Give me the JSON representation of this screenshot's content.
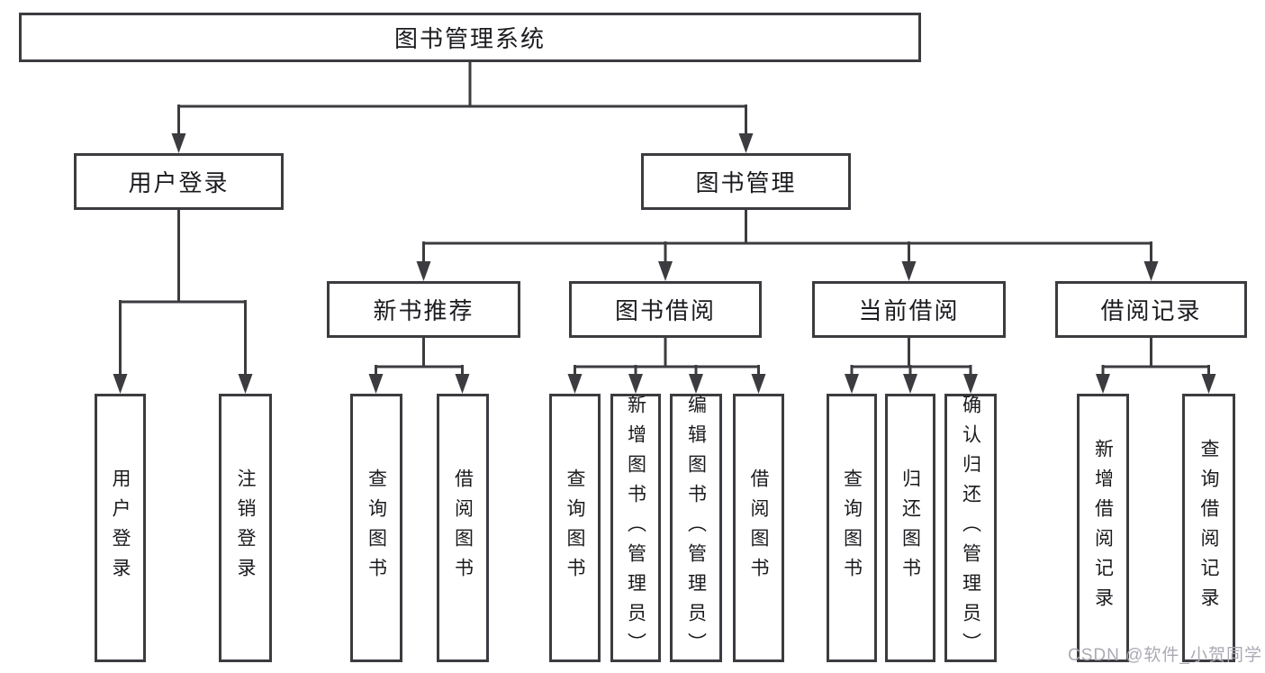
{
  "diagram": {
    "title": "图书管理系统",
    "root": {
      "label": "图书管理系统"
    },
    "level2": [
      {
        "label": "用户登录"
      },
      {
        "label": "图书管理"
      }
    ],
    "level3": [
      {
        "label": "新书推荐"
      },
      {
        "label": "图书借阅"
      },
      {
        "label": "当前借阅"
      },
      {
        "label": "借阅记录"
      }
    ],
    "leaves": [
      {
        "label": "用户登录",
        "parent": "用户登录"
      },
      {
        "label": "注销登录",
        "parent": "用户登录"
      },
      {
        "label": "查询图书",
        "parent": "新书推荐"
      },
      {
        "label": "借阅图书",
        "parent": "新书推荐"
      },
      {
        "label": "查询图书",
        "parent": "图书借阅"
      },
      {
        "label": "新增图书（管理员）",
        "parent": "图书借阅"
      },
      {
        "label": "编辑图书（管理员）",
        "parent": "图书借阅"
      },
      {
        "label": "借阅图书",
        "parent": "图书借阅"
      },
      {
        "label": "查询图书",
        "parent": "当前借阅"
      },
      {
        "label": "归还图书",
        "parent": "当前借阅"
      },
      {
        "label": "确认归还（管理员）",
        "parent": "当前借阅"
      },
      {
        "label": "新增借阅记录",
        "parent": "借阅记录"
      },
      {
        "label": "查询借阅记录",
        "parent": "借阅记录"
      }
    ]
  },
  "watermark": {
    "text": "CSDN @软件_小贺同学"
  },
  "colors": {
    "line": "#3c3c40",
    "text": "#1b1b1f",
    "box_background": "#ffffff",
    "watermark_text": "#abaab4",
    "page_background": "#ffffff"
  }
}
